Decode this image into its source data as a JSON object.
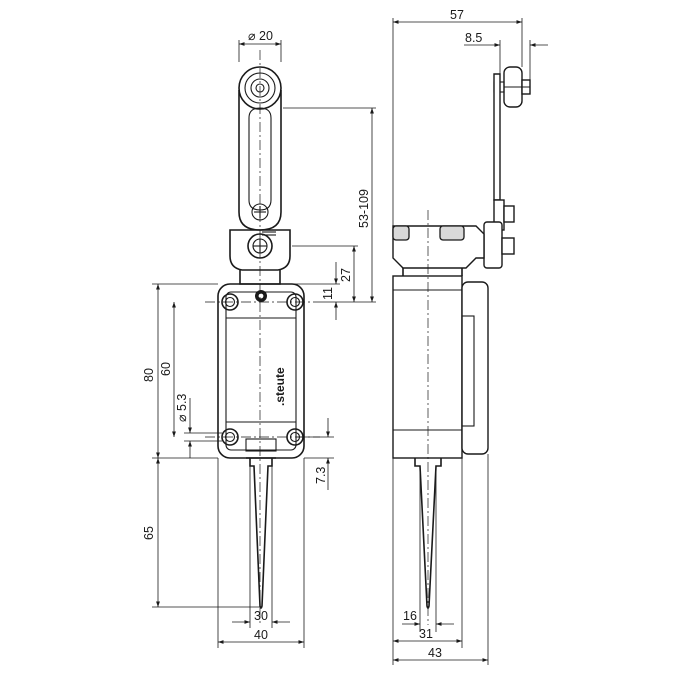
{
  "front_view": {
    "roller_diameter": "⌀ 20",
    "lever_range": "53-109",
    "dim_27": "27",
    "dim_11": "11",
    "dim_80": "80",
    "dim_60": "60",
    "hole_diameter": "⌀ 5.3",
    "dim_7_3": "7.3",
    "dim_65": "65",
    "dim_30": "30",
    "dim_40": "40",
    "brand_text": ".steute"
  },
  "side_view": {
    "dim_57": "57",
    "dim_8_5": "8.5",
    "dim_16": "16",
    "dim_31": "31",
    "dim_43": "43"
  }
}
